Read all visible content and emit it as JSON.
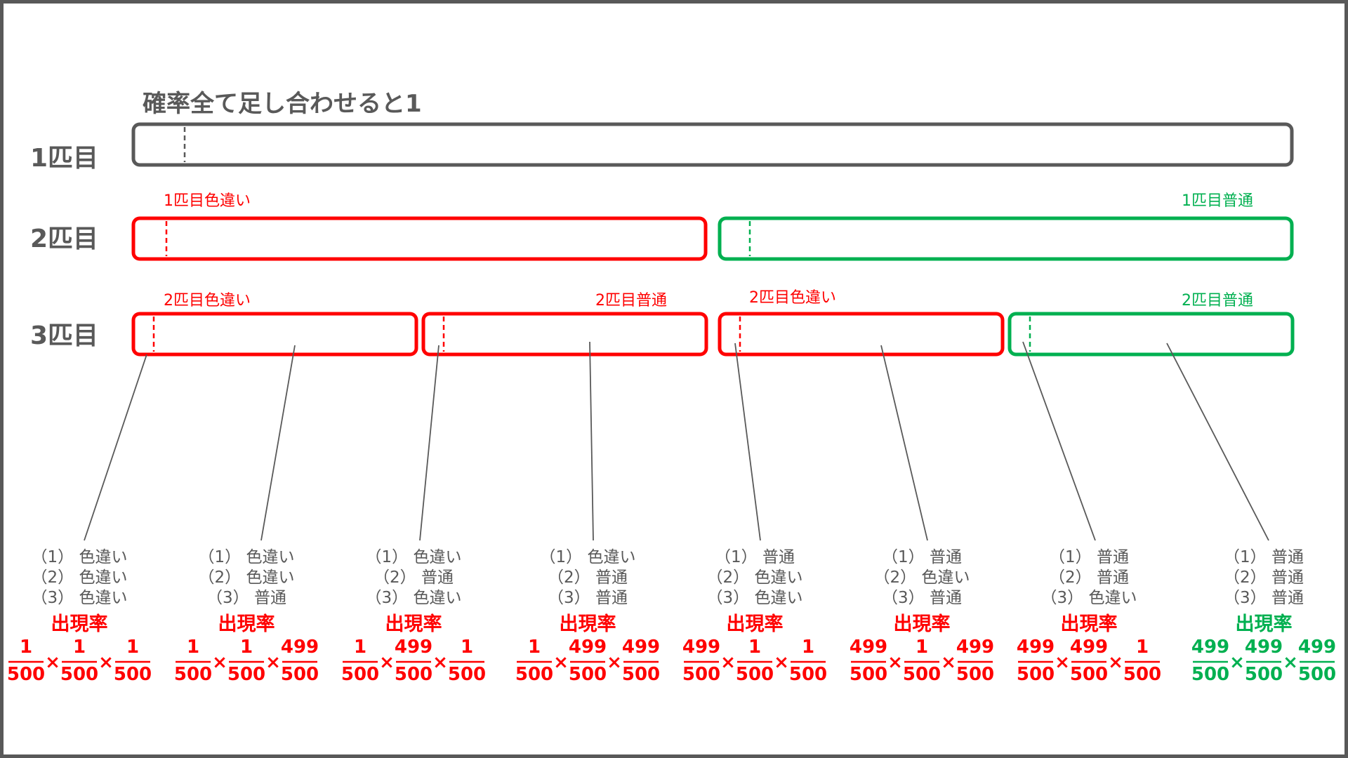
{
  "title": "確率全て足し合わせると1",
  "row_labels": [
    "1匹目",
    "2匹目",
    "3匹目"
  ],
  "colors": {
    "gray": "#595959",
    "red": "#ff0000",
    "green": "#00b050"
  },
  "bar_labels": [
    "1匹目色違い",
    "1匹目普通",
    "2匹目色違い",
    "2匹目普通",
    "2匹目色違い",
    "2匹目普通"
  ],
  "cases": [
    {
      "lines": [
        "（1） 色違い",
        "（2） 色違い",
        "（3） 色違い"
      ],
      "rate_label": "出現率",
      "color": "red",
      "fractions": [
        [
          "1",
          "500"
        ],
        [
          "1",
          "500"
        ],
        [
          "1",
          "500"
        ]
      ]
    },
    {
      "lines": [
        "（1） 色違い",
        "（2） 色違い",
        "（3） 普通"
      ],
      "rate_label": "出現率",
      "color": "red",
      "fractions": [
        [
          "1",
          "500"
        ],
        [
          "1",
          "500"
        ],
        [
          "499",
          "500"
        ]
      ]
    },
    {
      "lines": [
        "（1） 色違い",
        "（2） 普通",
        "（3） 色違い"
      ],
      "rate_label": "出現率",
      "color": "red",
      "fractions": [
        [
          "1",
          "500"
        ],
        [
          "499",
          "500"
        ],
        [
          "1",
          "500"
        ]
      ]
    },
    {
      "lines": [
        "（1） 色違い",
        "（2） 普通",
        "（3） 普通"
      ],
      "rate_label": "出現率",
      "color": "red",
      "fractions": [
        [
          "1",
          "500"
        ],
        [
          "499",
          "500"
        ],
        [
          "499",
          "500"
        ]
      ]
    },
    {
      "lines": [
        "（1） 普通",
        "（2） 色違い",
        "（3） 色違い"
      ],
      "rate_label": "出現率",
      "color": "red",
      "fractions": [
        [
          "499",
          "500"
        ],
        [
          "1",
          "500"
        ],
        [
          "1",
          "500"
        ]
      ]
    },
    {
      "lines": [
        "（1） 普通",
        "（2） 色違い",
        "（3） 普通"
      ],
      "rate_label": "出現率",
      "color": "red",
      "fractions": [
        [
          "499",
          "500"
        ],
        [
          "1",
          "500"
        ],
        [
          "499",
          "500"
        ]
      ]
    },
    {
      "lines": [
        "（1） 普通",
        "（2） 普通",
        "（3） 色違い"
      ],
      "rate_label": "出現率",
      "color": "red",
      "fractions": [
        [
          "499",
          "500"
        ],
        [
          "499",
          "500"
        ],
        [
          "1",
          "500"
        ]
      ]
    },
    {
      "lines": [
        "（1） 普通",
        "（2） 普通",
        "（3） 普通"
      ],
      "rate_label": "出現率",
      "color": "green",
      "fractions": [
        [
          "499",
          "500"
        ],
        [
          "499",
          "500"
        ],
        [
          "499",
          "500"
        ]
      ]
    }
  ],
  "times_sign": "×"
}
